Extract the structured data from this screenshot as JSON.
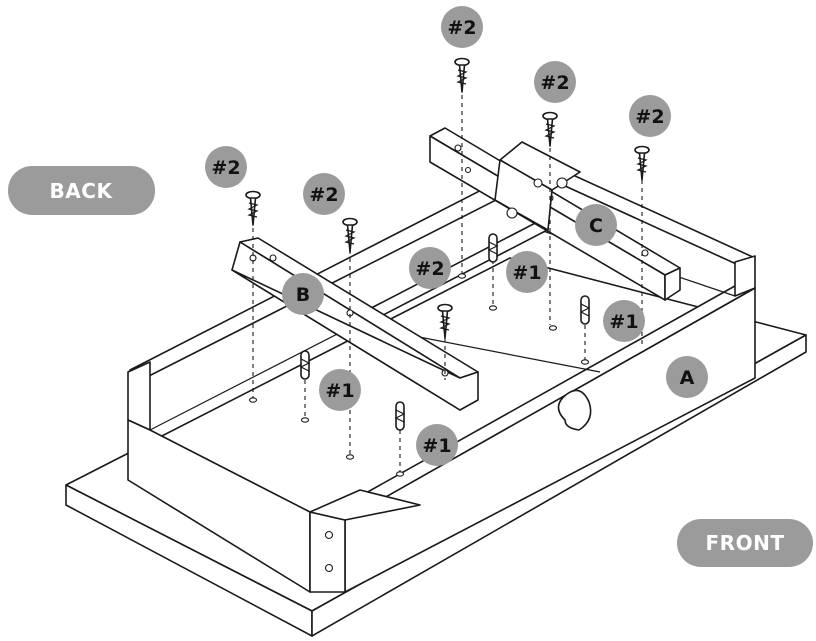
{
  "orientation": {
    "back_label": "BACK",
    "front_label": "FRONT"
  },
  "parts": {
    "a": "A",
    "b": "B",
    "c": "C"
  },
  "fasteners": {
    "screw": "#2",
    "dowel": "#1"
  },
  "colors": {
    "callout_fill": "#9b9b9b",
    "line": "#1a1a1a",
    "pill_text": "#ffffff"
  }
}
